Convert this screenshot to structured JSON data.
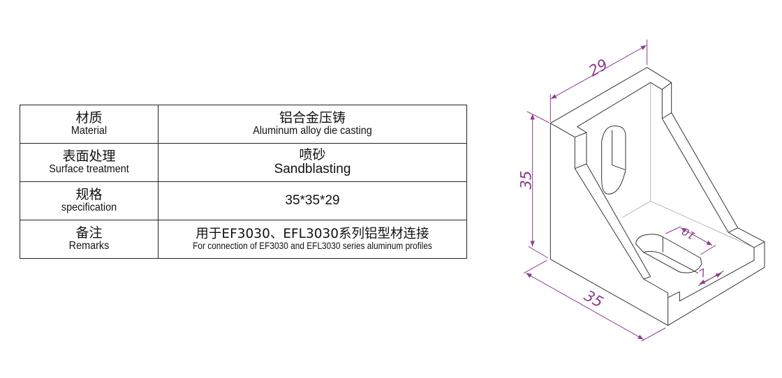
{
  "spec_table": {
    "rows": [
      {
        "label_zh": "材质",
        "label_en": "Material",
        "value_zh": "铝合金压铸",
        "value_en": "Aluminum alloy die casting"
      },
      {
        "label_zh": "表面处理",
        "label_en": "Surface treatment",
        "value_zh": "喷砂",
        "value_en": "Sandblasting"
      },
      {
        "label_zh": "规格",
        "label_en": "specification",
        "value": "35*35*29"
      },
      {
        "label_zh": "备注",
        "label_en": "Remarks",
        "value_zh": "用于EF3030、EFL3030系列铝型材连接",
        "value_en": "For connection of EF3030 and EFL3030 series aluminum profiles"
      }
    ]
  },
  "drawing": {
    "dimension_color": "#8a3d8a",
    "dimensions": {
      "width": "29",
      "height": "35",
      "depth": "35",
      "slot_length": "10",
      "slot_width": "7"
    }
  }
}
